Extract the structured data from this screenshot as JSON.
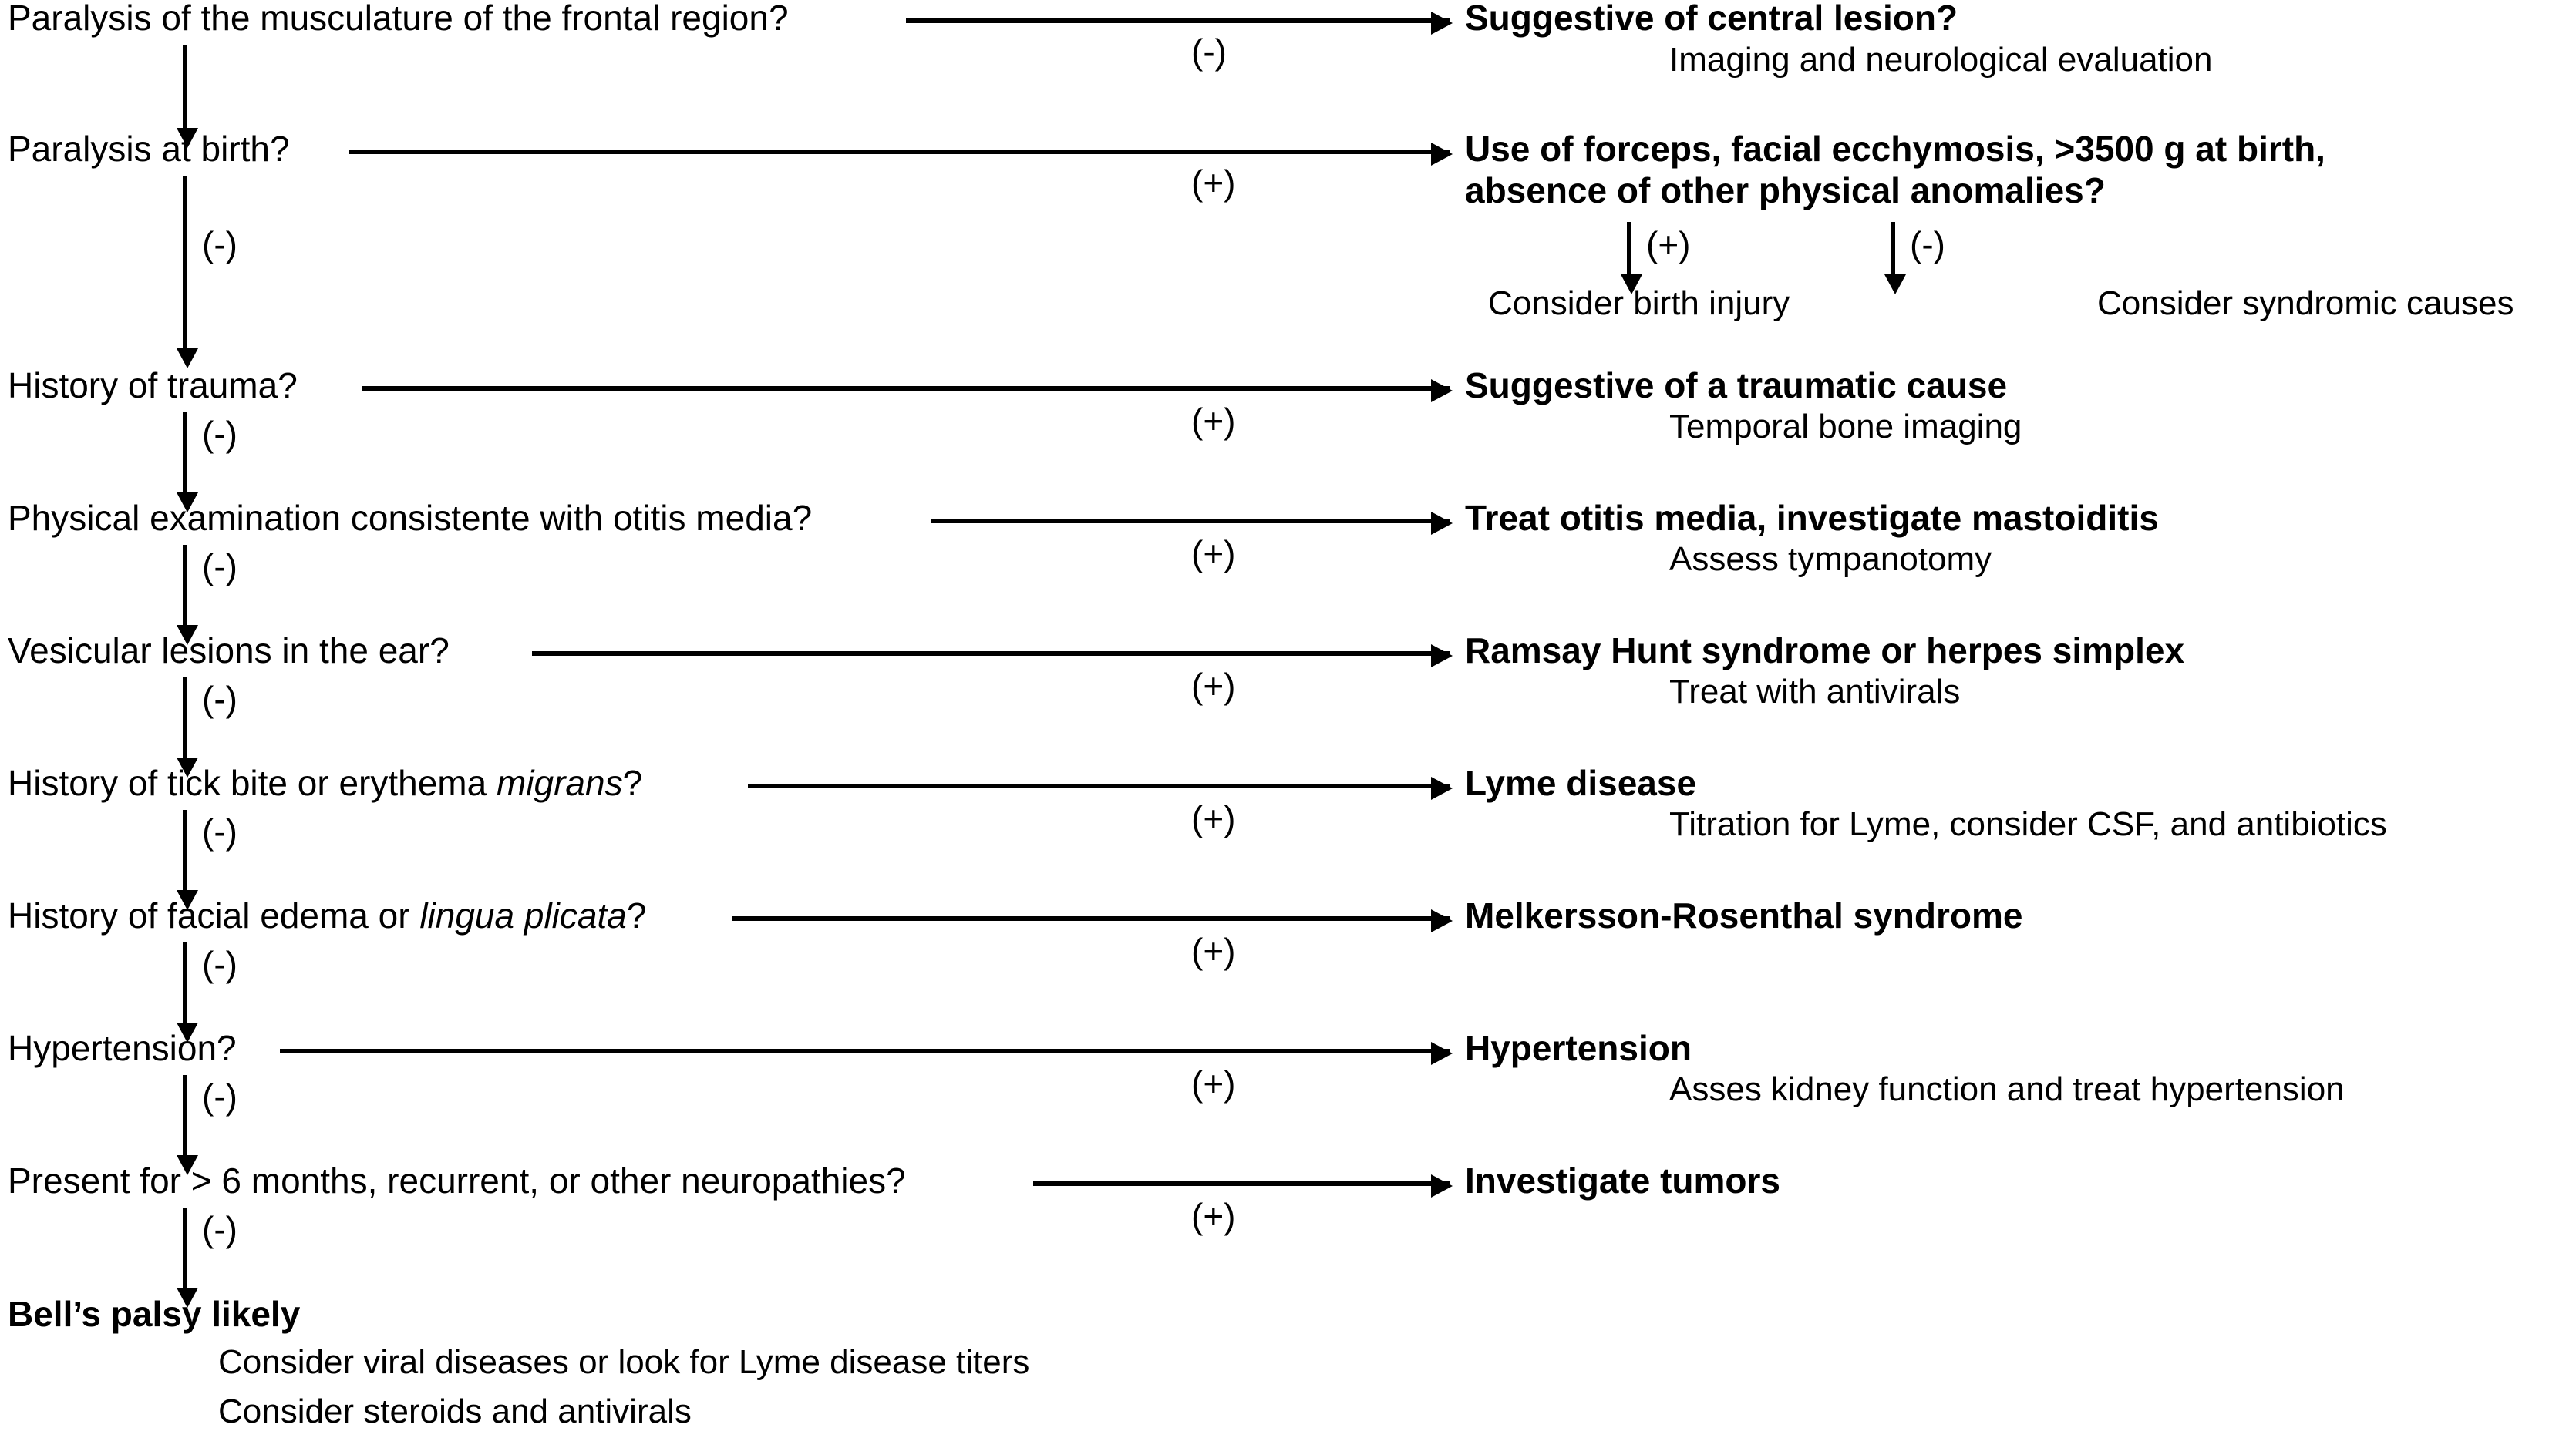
{
  "diagram": {
    "title": "Facial paralysis diagnostic algorithm",
    "type": "decision-flowchart",
    "colors": {
      "ink": "#000000",
      "background": "#ffffff"
    },
    "labels": {
      "positive": "(+)",
      "negative": "(-)"
    },
    "spine": [
      {
        "id": "frontal-musculature",
        "question": "Paralysis of the musculature of the frontal region?",
        "branch_label": "(-)",
        "outcome_title": "Suggestive of central lesion?",
        "outcome_sub": "Imaging and neurological evaluation",
        "next_label": ""
      },
      {
        "id": "paralysis-at-birth",
        "question": "Paralysis at birth?",
        "branch_label": "(+)",
        "outcome_title_line1": "Use of forceps, facial ecchymosis, >3500 g at birth,",
        "outcome_title_line2": "absence of other physical anomalies?",
        "next_label": "(-)",
        "sub_branches": [
          {
            "label": "(+)",
            "text": "Consider birth injury"
          },
          {
            "label": "(-)",
            "text": "Consider syndromic causes"
          }
        ]
      },
      {
        "id": "history-of-trauma",
        "question": "History of trauma?",
        "branch_label": "(+)",
        "outcome_title": "Suggestive of a traumatic cause",
        "outcome_sub": "Temporal bone imaging",
        "next_label": "(-)"
      },
      {
        "id": "otitis-media",
        "question": "Physical examination consistente with otitis media?",
        "branch_label": "(+)",
        "outcome_title": "Treat otitis media, investigate mastoiditis",
        "outcome_sub": "Assess tympanotomy",
        "next_label": "(-)"
      },
      {
        "id": "vesicular-lesions",
        "question": "Vesicular lesions in the ear?",
        "branch_label": "(+)",
        "outcome_title": "Ramsay Hunt syndrome or herpes simplex",
        "outcome_sub": "Treat with antivirals",
        "next_label": "(-)"
      },
      {
        "id": "tick-bite",
        "question_pre": "History of tick bite or erythema ",
        "question_italic": "migrans",
        "question_post": "?",
        "branch_label": "(+)",
        "outcome_title": "Lyme disease",
        "outcome_sub": "Titration for Lyme, consider CSF, and antibiotics",
        "next_label": "(-)"
      },
      {
        "id": "facial-edema",
        "question_pre": "History of facial edema or ",
        "question_italic": "lingua plicata",
        "question_post": "?",
        "branch_label": "(+)",
        "outcome_title": "Melkersson-Rosenthal syndrome",
        "outcome_sub": "",
        "next_label": "(-)"
      },
      {
        "id": "hypertension",
        "question": "Hypertension?",
        "branch_label": "(+)",
        "outcome_title": "Hypertension",
        "outcome_sub": "Asses kidney function and treat hypertension",
        "next_label": "(-)"
      },
      {
        "id": "chronic-recurrent",
        "question": "Present for > 6 months, recurrent, or other neuropathies?",
        "branch_label": "(+)",
        "outcome_title": "Investigate tumors",
        "outcome_sub": "",
        "next_label": "(-)"
      }
    ],
    "final": {
      "id": "bells-palsy",
      "title": "Bell’s palsy likely",
      "sub_lines": [
        "Consider viral diseases or look for Lyme disease titers",
        "Consider steroids and antivirals"
      ]
    }
  }
}
